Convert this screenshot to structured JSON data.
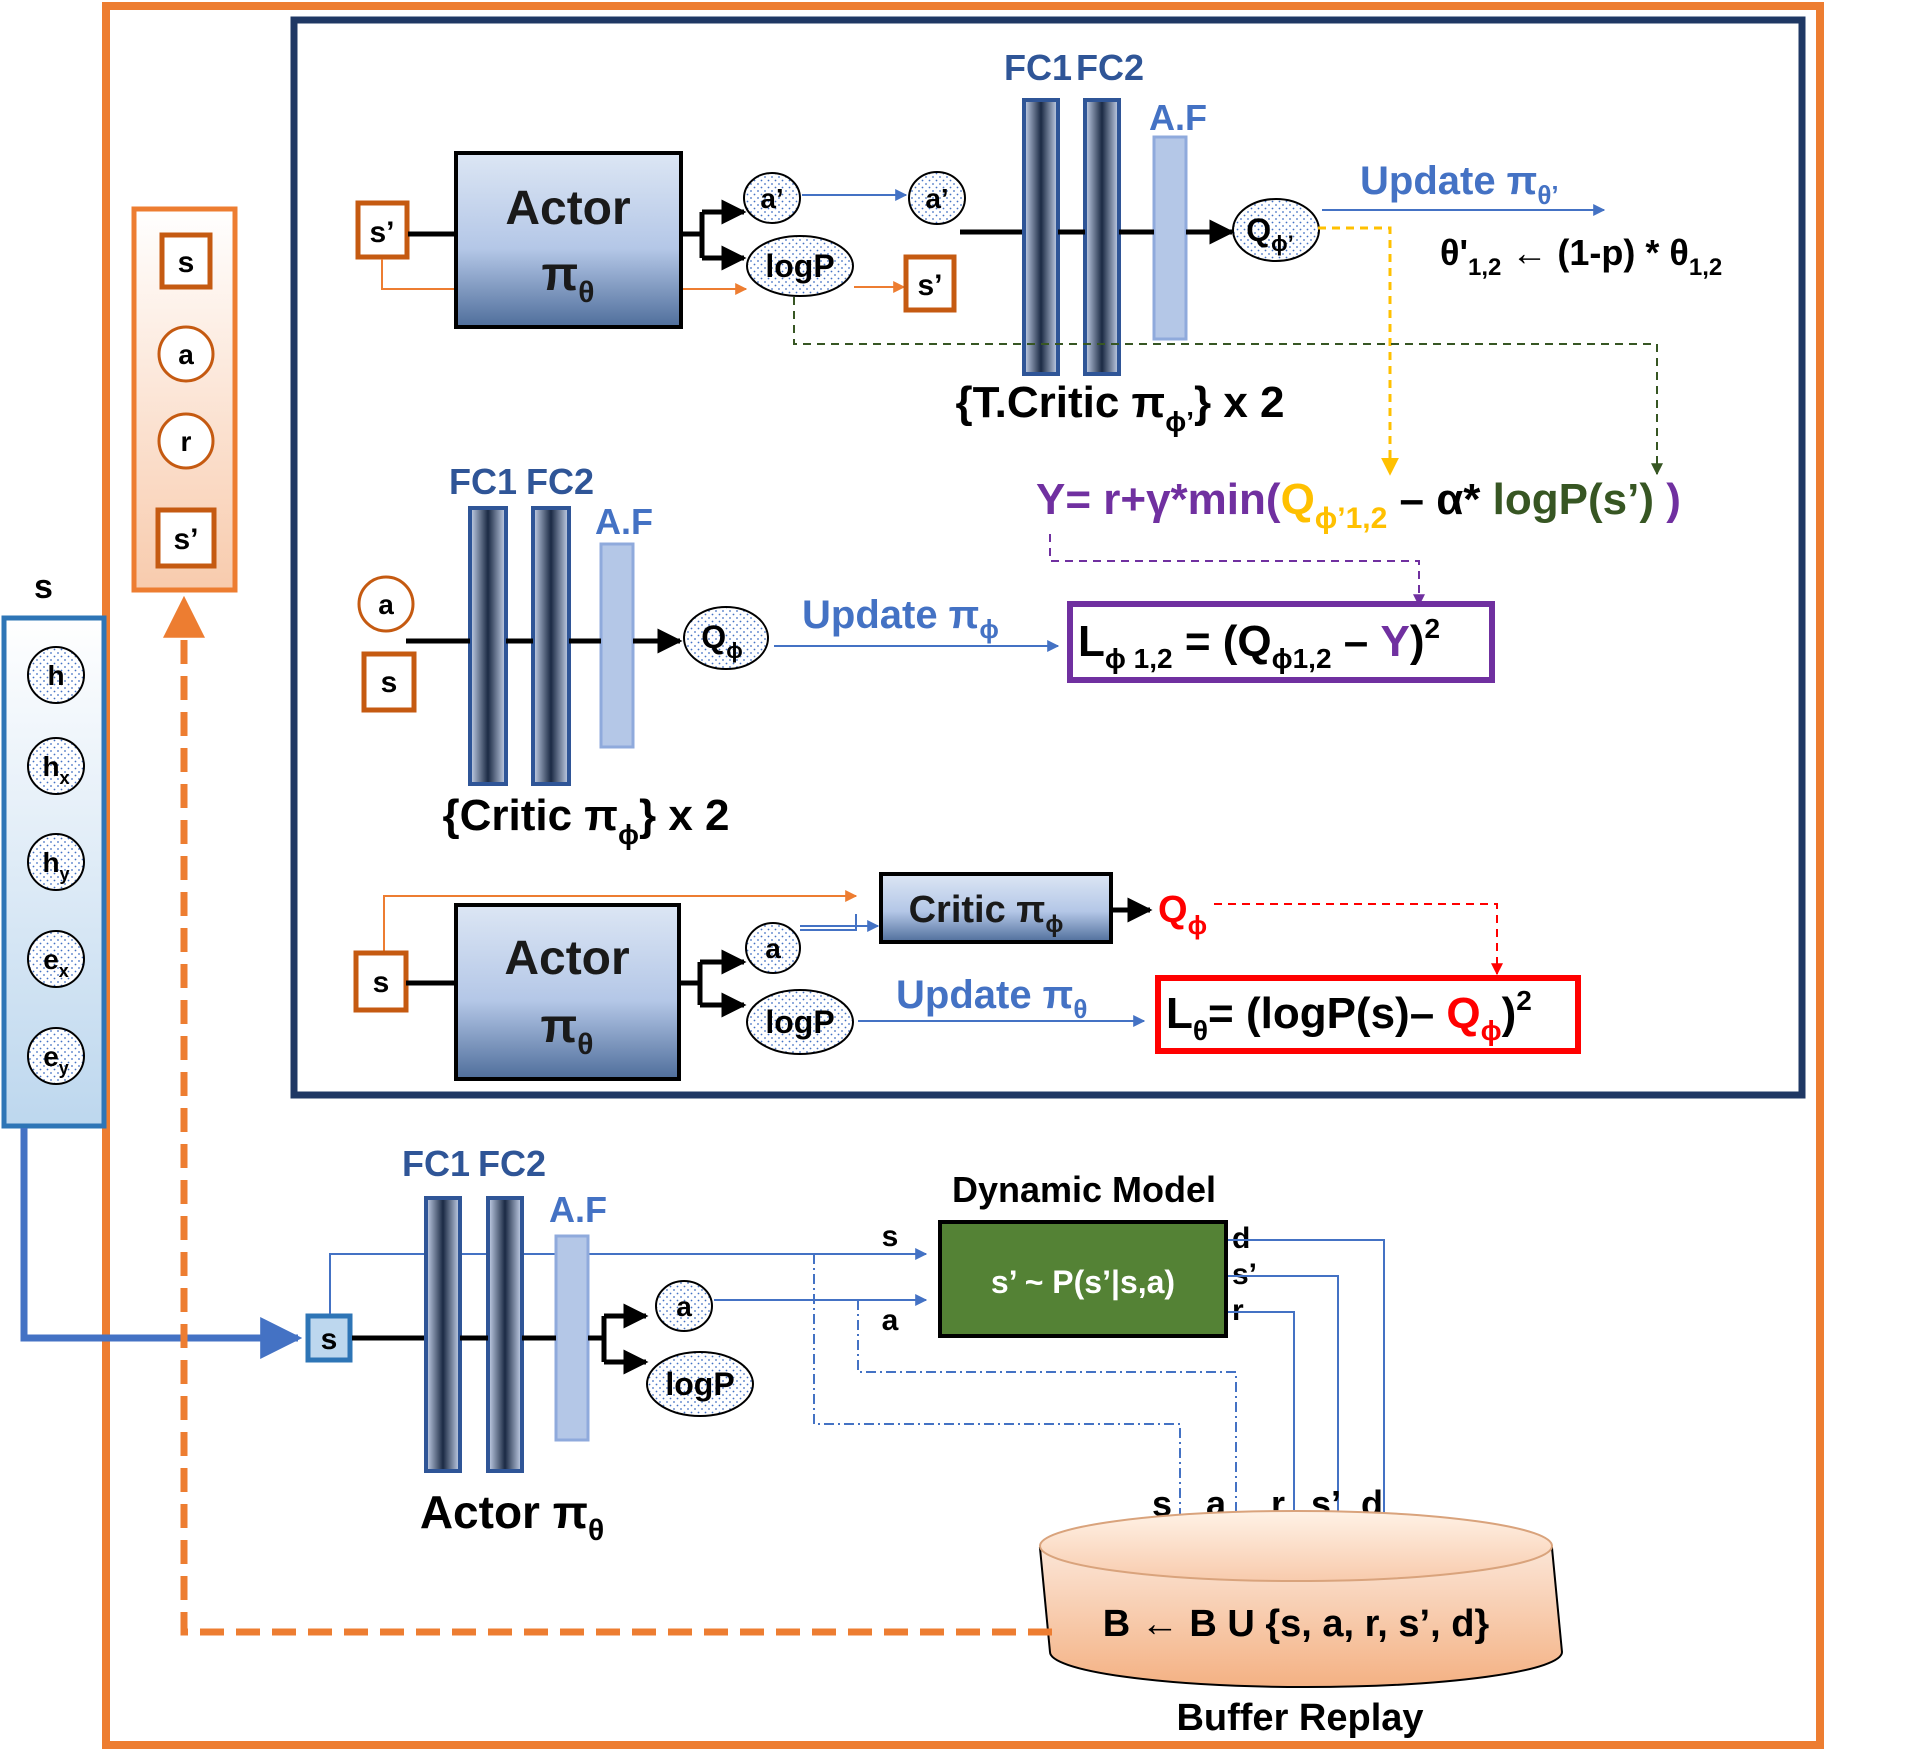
{
  "colors": {
    "outer_border": "#ED7D31",
    "inner_border": "#1F3864",
    "state_border": "#2E75B6",
    "blue_text": "#4472C4",
    "purple": "#7030A0",
    "red": "#FF0000",
    "green": "#375623",
    "yellow": "#FFC000",
    "box_orange": "#C55A11",
    "dynamic_model": "#548235"
  },
  "state_panel": {
    "title": "s",
    "items": [
      {
        "base": "h",
        "sub": ""
      },
      {
        "base": "h",
        "sub": "x"
      },
      {
        "base": "h",
        "sub": "y"
      },
      {
        "base": "e",
        "sub": "x"
      },
      {
        "base": "e",
        "sub": "y"
      }
    ]
  },
  "sample_panel": {
    "items": [
      "s",
      "a",
      "r",
      "s’"
    ]
  },
  "target_section": {
    "input": "s’",
    "actor_line1": "Actor",
    "actor_pi": "π",
    "actor_sub": "θ",
    "a_prime_1": "a’",
    "a_prime_2": "a’",
    "logp": "logP",
    "s_prime_box": "s’",
    "fc1": "FC1",
    "fc2": "FC2",
    "af": "A.F",
    "q_base": "Q",
    "q_sub": "ϕ’",
    "update_text": "Update π",
    "update_sub": "θ’",
    "soft_update": {
      "lhs": "θ'",
      "lhs_sub": "1,2",
      "arrow": " ← (1-p) * θ",
      "rhs_sub": "1,2"
    },
    "critic_label": "{T.Critic π",
    "critic_sub": "ϕ’",
    "critic_suffix": "} x 2"
  },
  "target_equation": {
    "part1": "Y= r+γ*min(",
    "q": "Q",
    "q_sub": "ϕ’1,2",
    "part2": " – α* ",
    "logp": "logP(s’)",
    "close": " )"
  },
  "critic_section": {
    "input_a": "a",
    "input_s": "s",
    "fc1": "FC1",
    "fc2": "FC2",
    "af": "A.F",
    "q_base": "Q",
    "q_sub": "ϕ",
    "update_text": "Update π",
    "update_sub": "ϕ",
    "label": "{Critic π",
    "label_sub": "ϕ",
    "label_suffix": "} x 2",
    "loss": {
      "l": "L",
      "l_sub": "ϕ 1,2",
      "mid": " = (Q",
      "q_sub": "ϕ1,2",
      "minus": " – ",
      "y": "Y",
      "close": ")",
      "sup": "2"
    }
  },
  "actor_section": {
    "input": "s",
    "actor_line1": "Actor",
    "actor_pi": "π",
    "actor_sub": "θ",
    "a": "a",
    "logp": "logP",
    "critic_box": "Critic π",
    "critic_sub": "ϕ",
    "q_base": "Q",
    "q_sub": "ϕ",
    "update_text": "Update π",
    "update_sub": "θ",
    "loss": {
      "l": "L",
      "l_sub": "θ",
      "mid": "= (logP(s)– ",
      "q": "Q",
      "q_sub": "ϕ",
      "close": ")",
      "sup": "2"
    }
  },
  "rollout_section": {
    "input": "s",
    "fc1": "FC1",
    "fc2": "FC2",
    "af": "A.F",
    "a": "a",
    "logp": "logP",
    "actor_label": "Actor π",
    "actor_sub": "θ",
    "dm_title": "Dynamic Model",
    "dm_text": "s’ ~ P(s’|s,a)",
    "dm_in_s": "s",
    "dm_in_a": "a",
    "dm_out_d": "d",
    "dm_out_s": "s’",
    "dm_out_r": "r",
    "buffer_inputs": [
      "s",
      "a",
      "r",
      "s’",
      "d"
    ],
    "buffer_text": "B ← B U {s, a, r, s’, d}",
    "buffer_label": "Buffer Replay"
  }
}
